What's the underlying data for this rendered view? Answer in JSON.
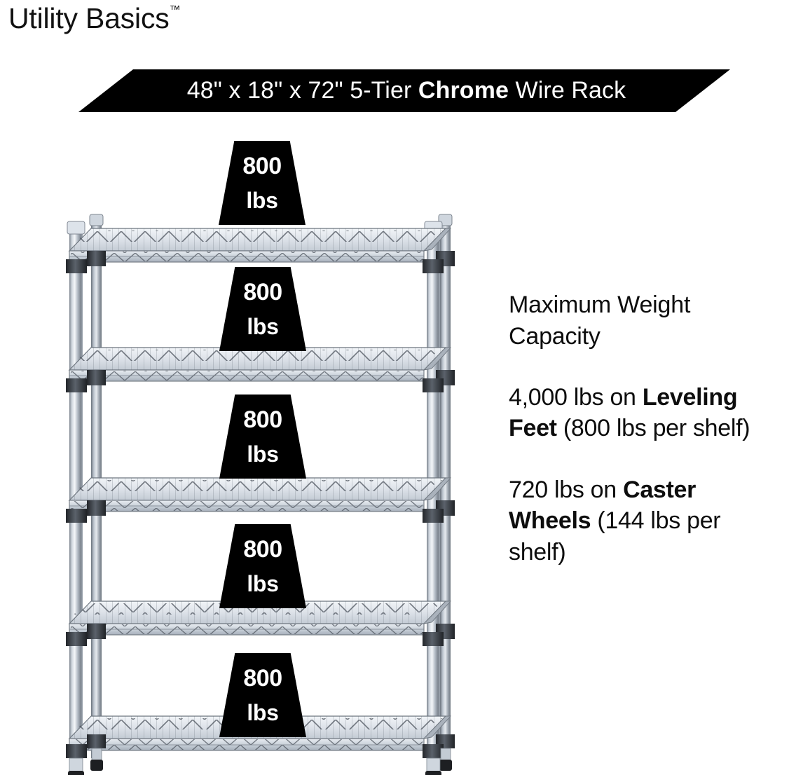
{
  "brand": {
    "name": "Utility Basics",
    "trademark": "™"
  },
  "banner": {
    "dimensions": "48\" x 18\" x 72\"",
    "tiers": "5-Tier",
    "finish": "Chrome",
    "product": "Wire Rack",
    "full_text": "48\" x 18\" x 72\" 5-Tier Chrome Wire Rack",
    "background_color": "#000000",
    "text_color": "#ffffff"
  },
  "capacity": {
    "heading": "Maximum Weight Capacity",
    "leveling": {
      "total": "4,000 lbs on ",
      "emphasis": "Leveling Feet",
      "detail": " (800 lbs per shelf)"
    },
    "caster": {
      "total": "720 lbs on ",
      "emphasis": "Caster Wheels",
      "detail": " (144 lbs per shelf)"
    }
  },
  "shelf_badges": [
    {
      "number": "800",
      "unit": "lbs"
    },
    {
      "number": "800",
      "unit": "lbs"
    },
    {
      "number": "800",
      "unit": "lbs"
    },
    {
      "number": "800",
      "unit": "lbs"
    },
    {
      "number": "800",
      "unit": "lbs"
    }
  ],
  "product_image": {
    "alt": "chrome-wire-rack-5-tier",
    "shelf_count": 5,
    "post_count": 4,
    "foot_type": "leveling-feet",
    "chrome_light": "#eef1f5",
    "chrome_mid": "#b9c1cb",
    "chrome_dark": "#6e7680",
    "wire_line": "#3d444d",
    "foot_color": "#1d1f22"
  },
  "page": {
    "background_color": "#ffffff",
    "text_color": "#0d0d0d"
  }
}
